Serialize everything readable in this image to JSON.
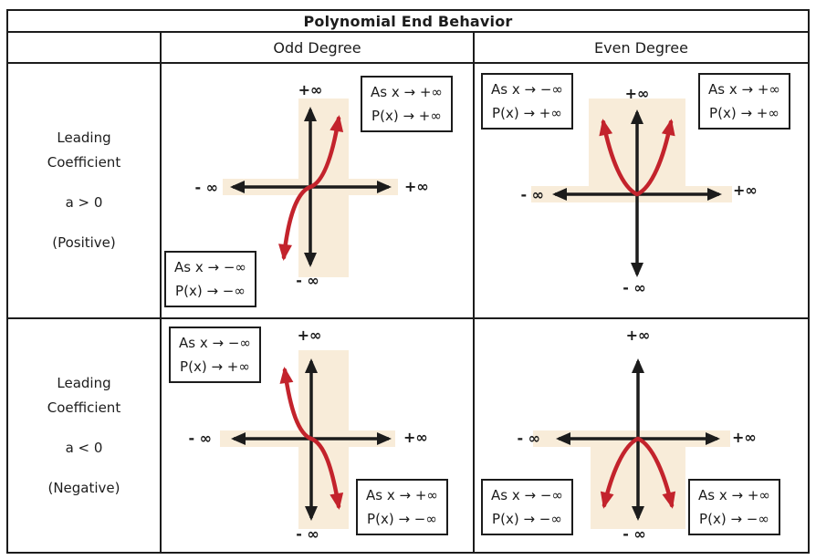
{
  "title": "Polynomial End Behavior",
  "header": {
    "odd": "Odd Degree",
    "even": "Even Degree"
  },
  "row_labels": {
    "positive": {
      "l1": "Leading",
      "l2": "Coefficient",
      "l3": "a > 0",
      "l4": "(Positive)"
    },
    "negative": {
      "l1": "Leading",
      "l2": "Coefficient",
      "l3": "a < 0",
      "l4": "(Negative)"
    }
  },
  "axis": {
    "top": "+∞",
    "bottom": "- ∞",
    "left": "- ∞",
    "right": "+∞"
  },
  "cells": {
    "odd_positive": {
      "curve": "increasing cubic (falls to lower-left, rises to upper-right)",
      "callouts": {
        "top_right": {
          "l1": "As x → +∞",
          "l2": "P(x) → +∞"
        },
        "bottom_left": {
          "l1": "As x → −∞",
          "l2": "P(x) → −∞"
        }
      }
    },
    "even_positive": {
      "curve": "upward parabola (rises on both ends)",
      "callouts": {
        "top_left": {
          "l1": "As x → −∞",
          "l2": "P(x) → +∞"
        },
        "top_right": {
          "l1": "As x → +∞",
          "l2": "P(x) → +∞"
        }
      }
    },
    "odd_negative": {
      "curve": "decreasing cubic (rises to upper-left, falls to lower-right)",
      "callouts": {
        "top_left": {
          "l1": "As x → −∞",
          "l2": "P(x) → +∞"
        },
        "bottom_right": {
          "l1": "As x → +∞",
          "l2": "P(x) → −∞"
        }
      }
    },
    "even_negative": {
      "curve": "downward parabola (falls on both ends)",
      "callouts": {
        "bottom_left": {
          "l1": "As x → −∞",
          "l2": "P(x) → −∞"
        },
        "bottom_right": {
          "l1": "As x → +∞",
          "l2": "P(x) → −∞"
        }
      }
    }
  },
  "colors": {
    "curve_red": "#c3232c",
    "highlight_peach": "#f8ecd9",
    "axis_black": "#1c1c1c",
    "border": "#1c1c1c",
    "background": "#ffffff"
  }
}
